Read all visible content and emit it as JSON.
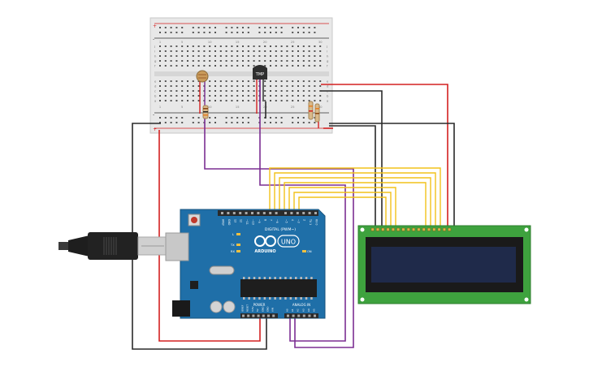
{
  "breadboard": {
    "columns": [
      "1",
      "5",
      "10",
      "15",
      "20",
      "25",
      "30"
    ],
    "rows_top": [
      "j",
      "i",
      "h",
      "g",
      "f"
    ],
    "rows_bottom": [
      "e",
      "d",
      "c",
      "b",
      "a"
    ],
    "rail_plus": "+",
    "rail_minus": "-"
  },
  "sensor": {
    "label": "TMP"
  },
  "arduino": {
    "brand": "ARDUINO",
    "model": "UNO",
    "digital_header": "DIGITAL (PWM~)",
    "digital_pins": [
      "AREF",
      "GND",
      "13",
      "12",
      "~11",
      "~10",
      "~9",
      "8",
      "7",
      "~6",
      "~5",
      "4",
      "~3",
      "2",
      "TX 1",
      "RX 0"
    ],
    "power_header": "POWER",
    "power_pins": [
      "IOREF",
      "RESET",
      "3.3V",
      "5V",
      "GND",
      "GND",
      "VIN"
    ],
    "analog_header": "ANALOG IN",
    "analog_pins": [
      "A0",
      "A1",
      "A2",
      "A3",
      "A4",
      "A5"
    ],
    "led_labels": [
      "L",
      "TX",
      "RX",
      "ON"
    ]
  },
  "lcd": {
    "pin_count": 16
  },
  "colors": {
    "wire_red": "#d42020",
    "wire_black": "#2a2a2a",
    "wire_purple": "#7b2e92",
    "wire_yellow": "#f2c21a",
    "board_blue": "#1f6fa8",
    "lcd_green": "#3ea23e",
    "lcd_screen": "#1f2a4a"
  }
}
